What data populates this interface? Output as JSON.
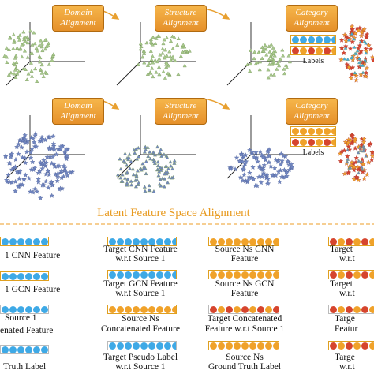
{
  "stages": {
    "row1": [
      "Domain\nAlignment",
      "Structure\nAlignment",
      "Category\nAlignment"
    ],
    "row2": [
      "Domain\nAlignment",
      "Structure\nAlignment",
      "Category\nAlignment"
    ]
  },
  "labels_tag": "Labels",
  "section_title": "Latent Feature Space Alignment",
  "legend": {
    "col1": [
      "1 CNN Feature",
      "1 GCN Feature",
      "Source 1",
      "enated Feature",
      "Truth Label"
    ],
    "col2": [
      "Target CNN Feature",
      "w.r.t Source 1",
      "Target GCN Feature",
      "w.r.t Source 1",
      "Source Ns",
      "Concatenated Feature",
      "Target Pseudo Label",
      "w.r.t Source 1"
    ],
    "col3": [
      "Source Ns CNN",
      "Feature",
      "Source Ns GCN",
      "Feature",
      "Target Concatenated",
      "Feature w.r.t Source 1",
      "Source Ns",
      "Ground Truth Label"
    ],
    "col4": [
      "Target",
      "w.r.t",
      "Target",
      "w.r.t",
      "Targe",
      "Featur",
      "Targe",
      "w.r.t"
    ]
  },
  "colors": {
    "orange": "#f0a22a",
    "blue": "#3ea9e6",
    "red": "#d6452e",
    "green_points": "#a8c98c",
    "blue_points": "#7186c0"
  }
}
